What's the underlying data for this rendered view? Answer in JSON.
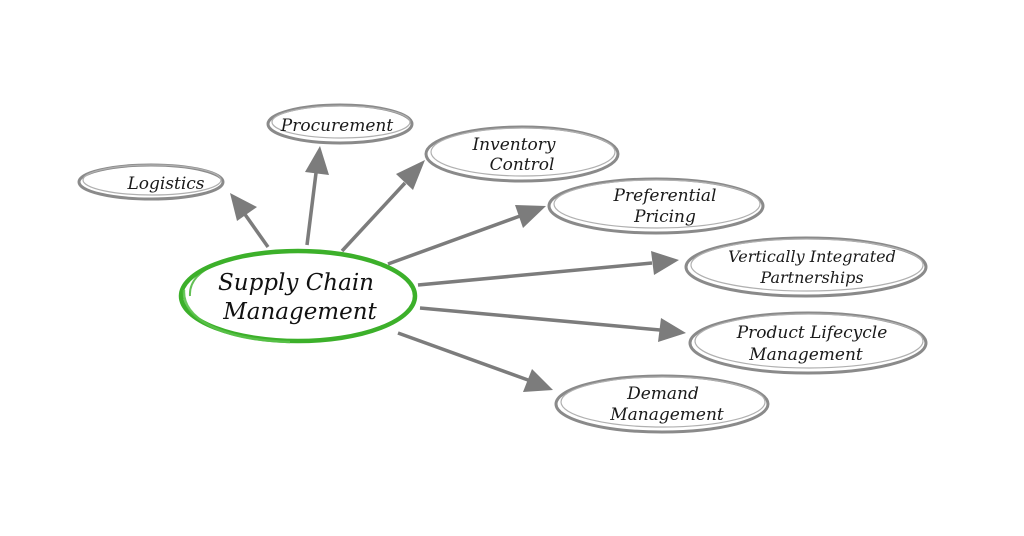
{
  "center": {
    "line1": "Supply Chain",
    "line2": "Management"
  },
  "nodes": {
    "logistics": {
      "line1": "Logistics"
    },
    "procurement": {
      "line1": "Procurement"
    },
    "inventory_control": {
      "line1": "Inventory",
      "line2": "Control"
    },
    "preferential_pricing": {
      "line1": "Preferential",
      "line2": "Pricing"
    },
    "vertically_integrated_partnerships": {
      "line1": "Vertically Integrated",
      "line2": "Partnerships"
    },
    "product_lifecycle_management": {
      "line1": "Product Lifecycle",
      "line2": "Management"
    },
    "demand_management": {
      "line1": "Demand",
      "line2": "Management"
    }
  },
  "colors": {
    "center_ring": "#3cb02a",
    "node_ring": "#8a8a8a",
    "arrow": "#7c7c7c",
    "text": "#1a1a1a"
  }
}
